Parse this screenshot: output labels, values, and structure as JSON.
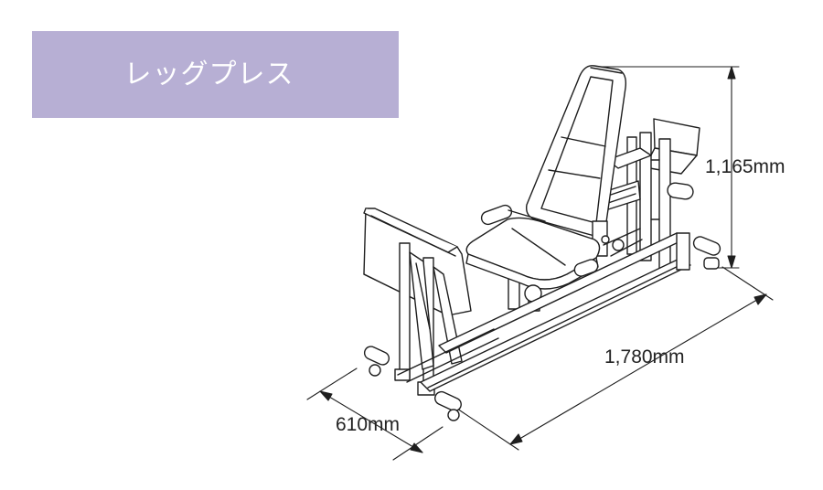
{
  "title": "レッグプレス",
  "colors": {
    "banner": "#b7afd4",
    "line": "#1e1e1e",
    "fill": "#ffffff"
  },
  "dimensions": {
    "height": "1,165mm",
    "length": "1,780mm",
    "width": "610mm"
  }
}
